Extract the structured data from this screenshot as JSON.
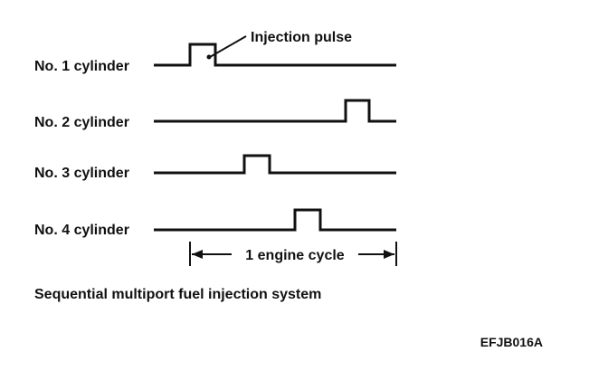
{
  "cylinders": [
    {
      "label": "No. 1 cylinder"
    },
    {
      "label": "No. 2 cylinder"
    },
    {
      "label": "No. 3 cylinder"
    },
    {
      "label": "No. 4 cylinder"
    }
  ],
  "callout": "Injection pulse",
  "cycle_label": "1 engine cycle",
  "caption": "Sequential multiport fuel injection system",
  "figure_code": "EFJB016A"
}
